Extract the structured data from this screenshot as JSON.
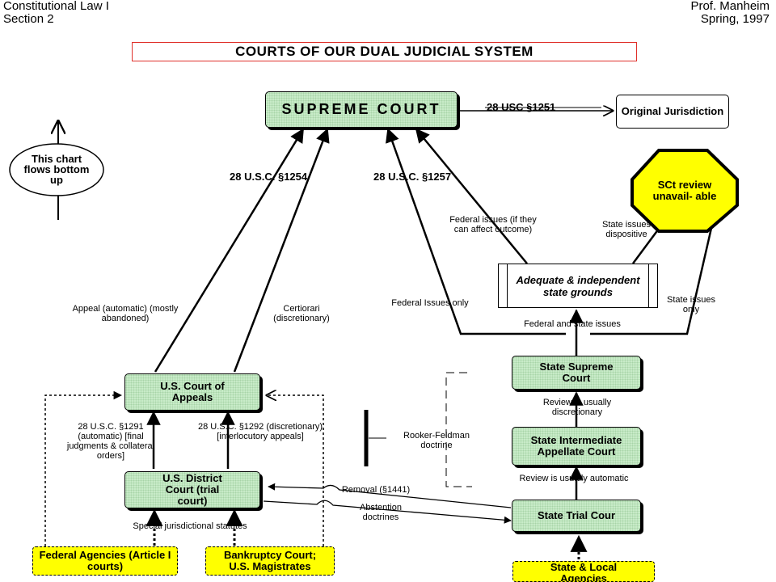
{
  "header": {
    "course": "Constitutional Law I",
    "section": "Section 2",
    "professor": "Prof. Manheim",
    "term": "Spring, 1997"
  },
  "title": "COURTS OF OUR DUAL JUDICIAL SYSTEM",
  "flow_note": "This chart flows bottom up",
  "nodes": {
    "supreme_court": "SUPREME COURT",
    "original_jurisdiction": "Original Jurisdiction",
    "sct_unavailable": "SCt review unavail- able",
    "adequate_grounds": "Adequate & independent state grounds",
    "court_of_appeals": "U.S. Court of Appeals",
    "district_court": "U.S. District Court (trial court)",
    "state_supreme": "State Supreme Court",
    "state_intermediate": "State Intermediate Appellate Court",
    "state_trial": "State Trial Cour",
    "federal_agencies": "Federal Agencies (Article I courts)",
    "bankruptcy": "Bankruptcy Court; U.S. Magistrates",
    "state_local": "State & Local Agencies"
  },
  "labels": {
    "usc1251": "28 USC §1251",
    "usc1254": "28 U.S.C. §1254",
    "usc1257": "28 U.S.C. §1257",
    "federal_issues_affect": "Federal issues (if they can affect outcome)",
    "state_issues_dispositive": "State issues dispositive",
    "federal_issues_only": "Federal Issues only",
    "state_issues_only": "State issues only",
    "federal_and_state": "Federal and state issues",
    "appeal_automatic": "Appeal (automatic) (mostly abandoned)",
    "certiorari": "Certiorari (discretionary)",
    "usc1291": "28 U.S.C. §1291 (automatic) [final judgments & collateral orders]",
    "usc1292": "28 U.S.C. §1292 (discretionary) [interlocutory appeals]",
    "rooker_feldman": "Rooker-Feldman doctrine",
    "review_discretionary": "Review is usually discretionary",
    "review_automatic": "Review is usually automatic",
    "removal": "Removal (§1441)",
    "abstention": "Abstention doctrines",
    "special_statutes": "Special jurisdictional statutes"
  },
  "colors": {
    "court_fill": "#c8ebc8",
    "agency_fill": "#ffff00",
    "title_border": "#e0302a"
  }
}
